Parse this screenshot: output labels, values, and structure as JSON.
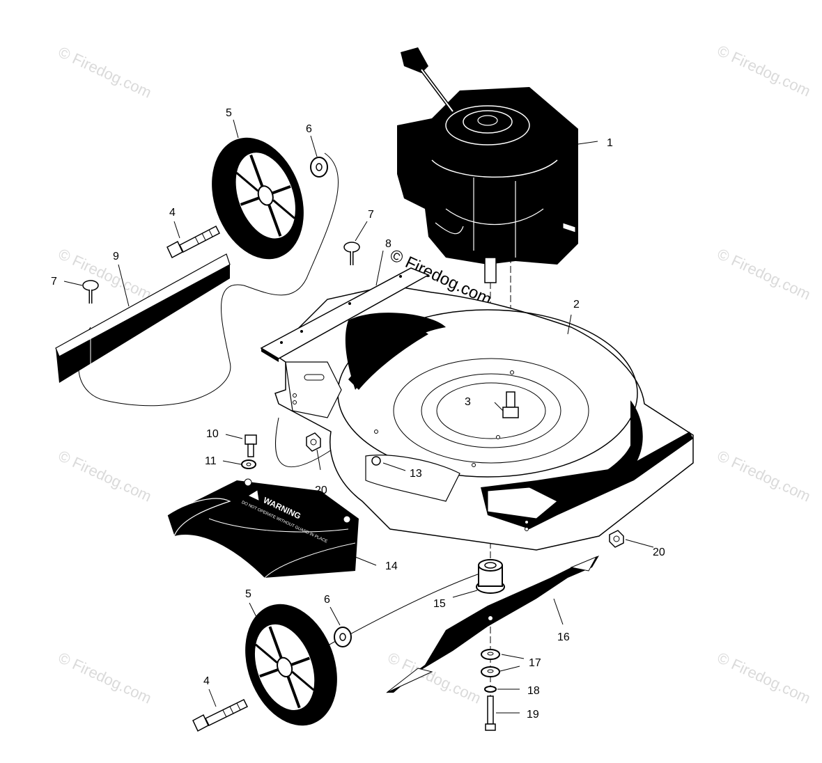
{
  "watermark": {
    "text": "© Firedog.com",
    "center_text": "© Firedog.com"
  },
  "parts": [
    {
      "num": "1",
      "name": "engine"
    },
    {
      "num": "2",
      "name": "deck"
    },
    {
      "num": "3",
      "name": "bolt"
    },
    {
      "num": "4",
      "name": "wheel-bolt"
    },
    {
      "num": "5",
      "name": "wheel"
    },
    {
      "num": "6",
      "name": "washer"
    },
    {
      "num": "7",
      "name": "screw"
    },
    {
      "num": "8",
      "name": "bracket"
    },
    {
      "num": "9",
      "name": "rear-shield"
    },
    {
      "num": "10",
      "name": "bolt"
    },
    {
      "num": "11",
      "name": "washer"
    },
    {
      "num": "13",
      "name": "nut"
    },
    {
      "num": "14",
      "name": "discharge-chute"
    },
    {
      "num": "15",
      "name": "blade-adapter"
    },
    {
      "num": "16",
      "name": "blade"
    },
    {
      "num": "17",
      "name": "washer"
    },
    {
      "num": "18",
      "name": "lock-washer"
    },
    {
      "num": "19",
      "name": "blade-bolt"
    },
    {
      "num": "20",
      "name": "nut"
    }
  ],
  "labels": {
    "warning_title": "WARNING",
    "warning_body": "DO NOT OPERATE WITHOUT GUARD IN PLACE"
  },
  "colors": {
    "ink": "#000000",
    "watermark": "#bdbdbd",
    "background": "#ffffff"
  }
}
